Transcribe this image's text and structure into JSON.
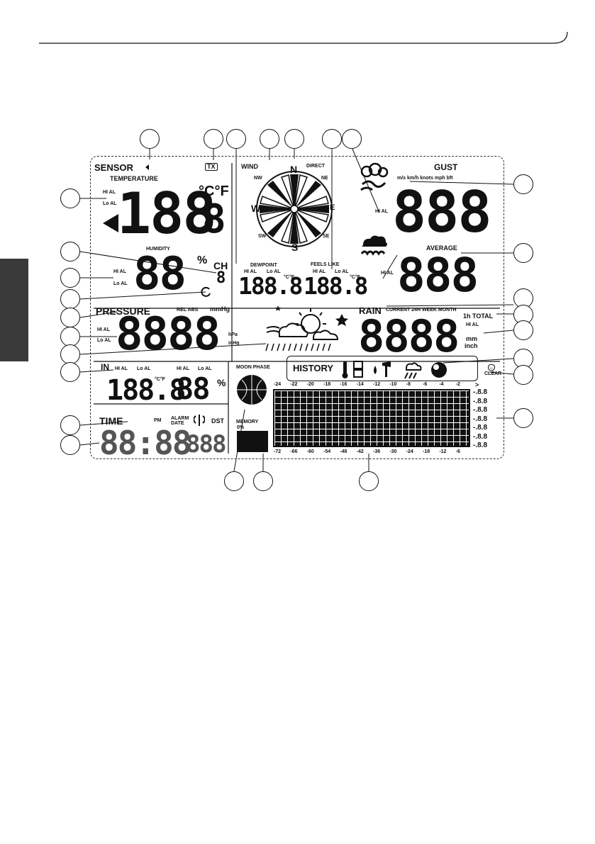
{
  "sensor": {
    "label": "SENSOR"
  },
  "tx": {
    "label": "TX"
  },
  "wind": {
    "label": "WIND",
    "direct": "DIRECT",
    "compass": [
      "N",
      "NE",
      "E",
      "SE",
      "S",
      "SW",
      "W",
      "NW"
    ]
  },
  "gust": {
    "label": "GUST",
    "units": "m/s km/h knots mph bft",
    "digits": "888"
  },
  "average": {
    "label": "AVERAGE",
    "digits": "888"
  },
  "temperature": {
    "label": "TEMPERATURE",
    "unit": "°C°F",
    "digits": "188",
    "small_digit": "8"
  },
  "humidity": {
    "label": "HUMIDITY",
    "digits": "88",
    "percent": "%",
    "ch": "CH",
    "ch_digit": "8"
  },
  "alarms": {
    "hi": "HI AL",
    "lo": "Lo AL"
  },
  "dewpoint": {
    "label": "DEWPOINT",
    "digits": "188.8",
    "unit": "°C°F"
  },
  "feels_like": {
    "label": "FEELS LIKE",
    "digits": "188.8",
    "unit": "°C°F"
  },
  "pressure": {
    "label": "PRESSURE",
    "rel_abs": "REL ABS",
    "mmhg": "mmHg",
    "digits": "8888",
    "hpa": "hPa",
    "inhg": "inHg"
  },
  "rain": {
    "label": "RAIN",
    "periods": "CURRENT 24H WEEK MONTH",
    "total": "1h TOTAL",
    "digits": "8888",
    "mm": "mm",
    "inch": "inch"
  },
  "indoor": {
    "label": "IN",
    "temp_digits": "188.8",
    "unit": "°C°F",
    "hum_digits": "88",
    "percent": "%"
  },
  "time": {
    "label": "TIME",
    "pm": "PM",
    "alarm_date": "ALARM DATE",
    "dst": "DST",
    "clock": "88:88",
    "date": "888"
  },
  "moon": {
    "label": "MOON PHASE"
  },
  "memory": {
    "label": "MEMORY",
    "pct": "0%"
  },
  "history": {
    "label": "HISTORY",
    "clear": "CLEAR",
    "top_axis": [
      "-24",
      "-22",
      "-20",
      "-18",
      "-16",
      "-14",
      "-12",
      "-10",
      "-8",
      "-6",
      "-4",
      "-2"
    ],
    "bottom_axis": [
      "-72",
      "-66",
      "-60",
      "-54",
      "-48",
      "-42",
      "-36",
      "-30",
      "-24",
      "-18",
      "-12",
      "-6"
    ],
    "scale": [
      "-.8.8",
      "-.8.8",
      "-.8.8",
      "-.8.8",
      "-.8.8",
      "-.8.8",
      "-.8.8"
    ]
  }
}
